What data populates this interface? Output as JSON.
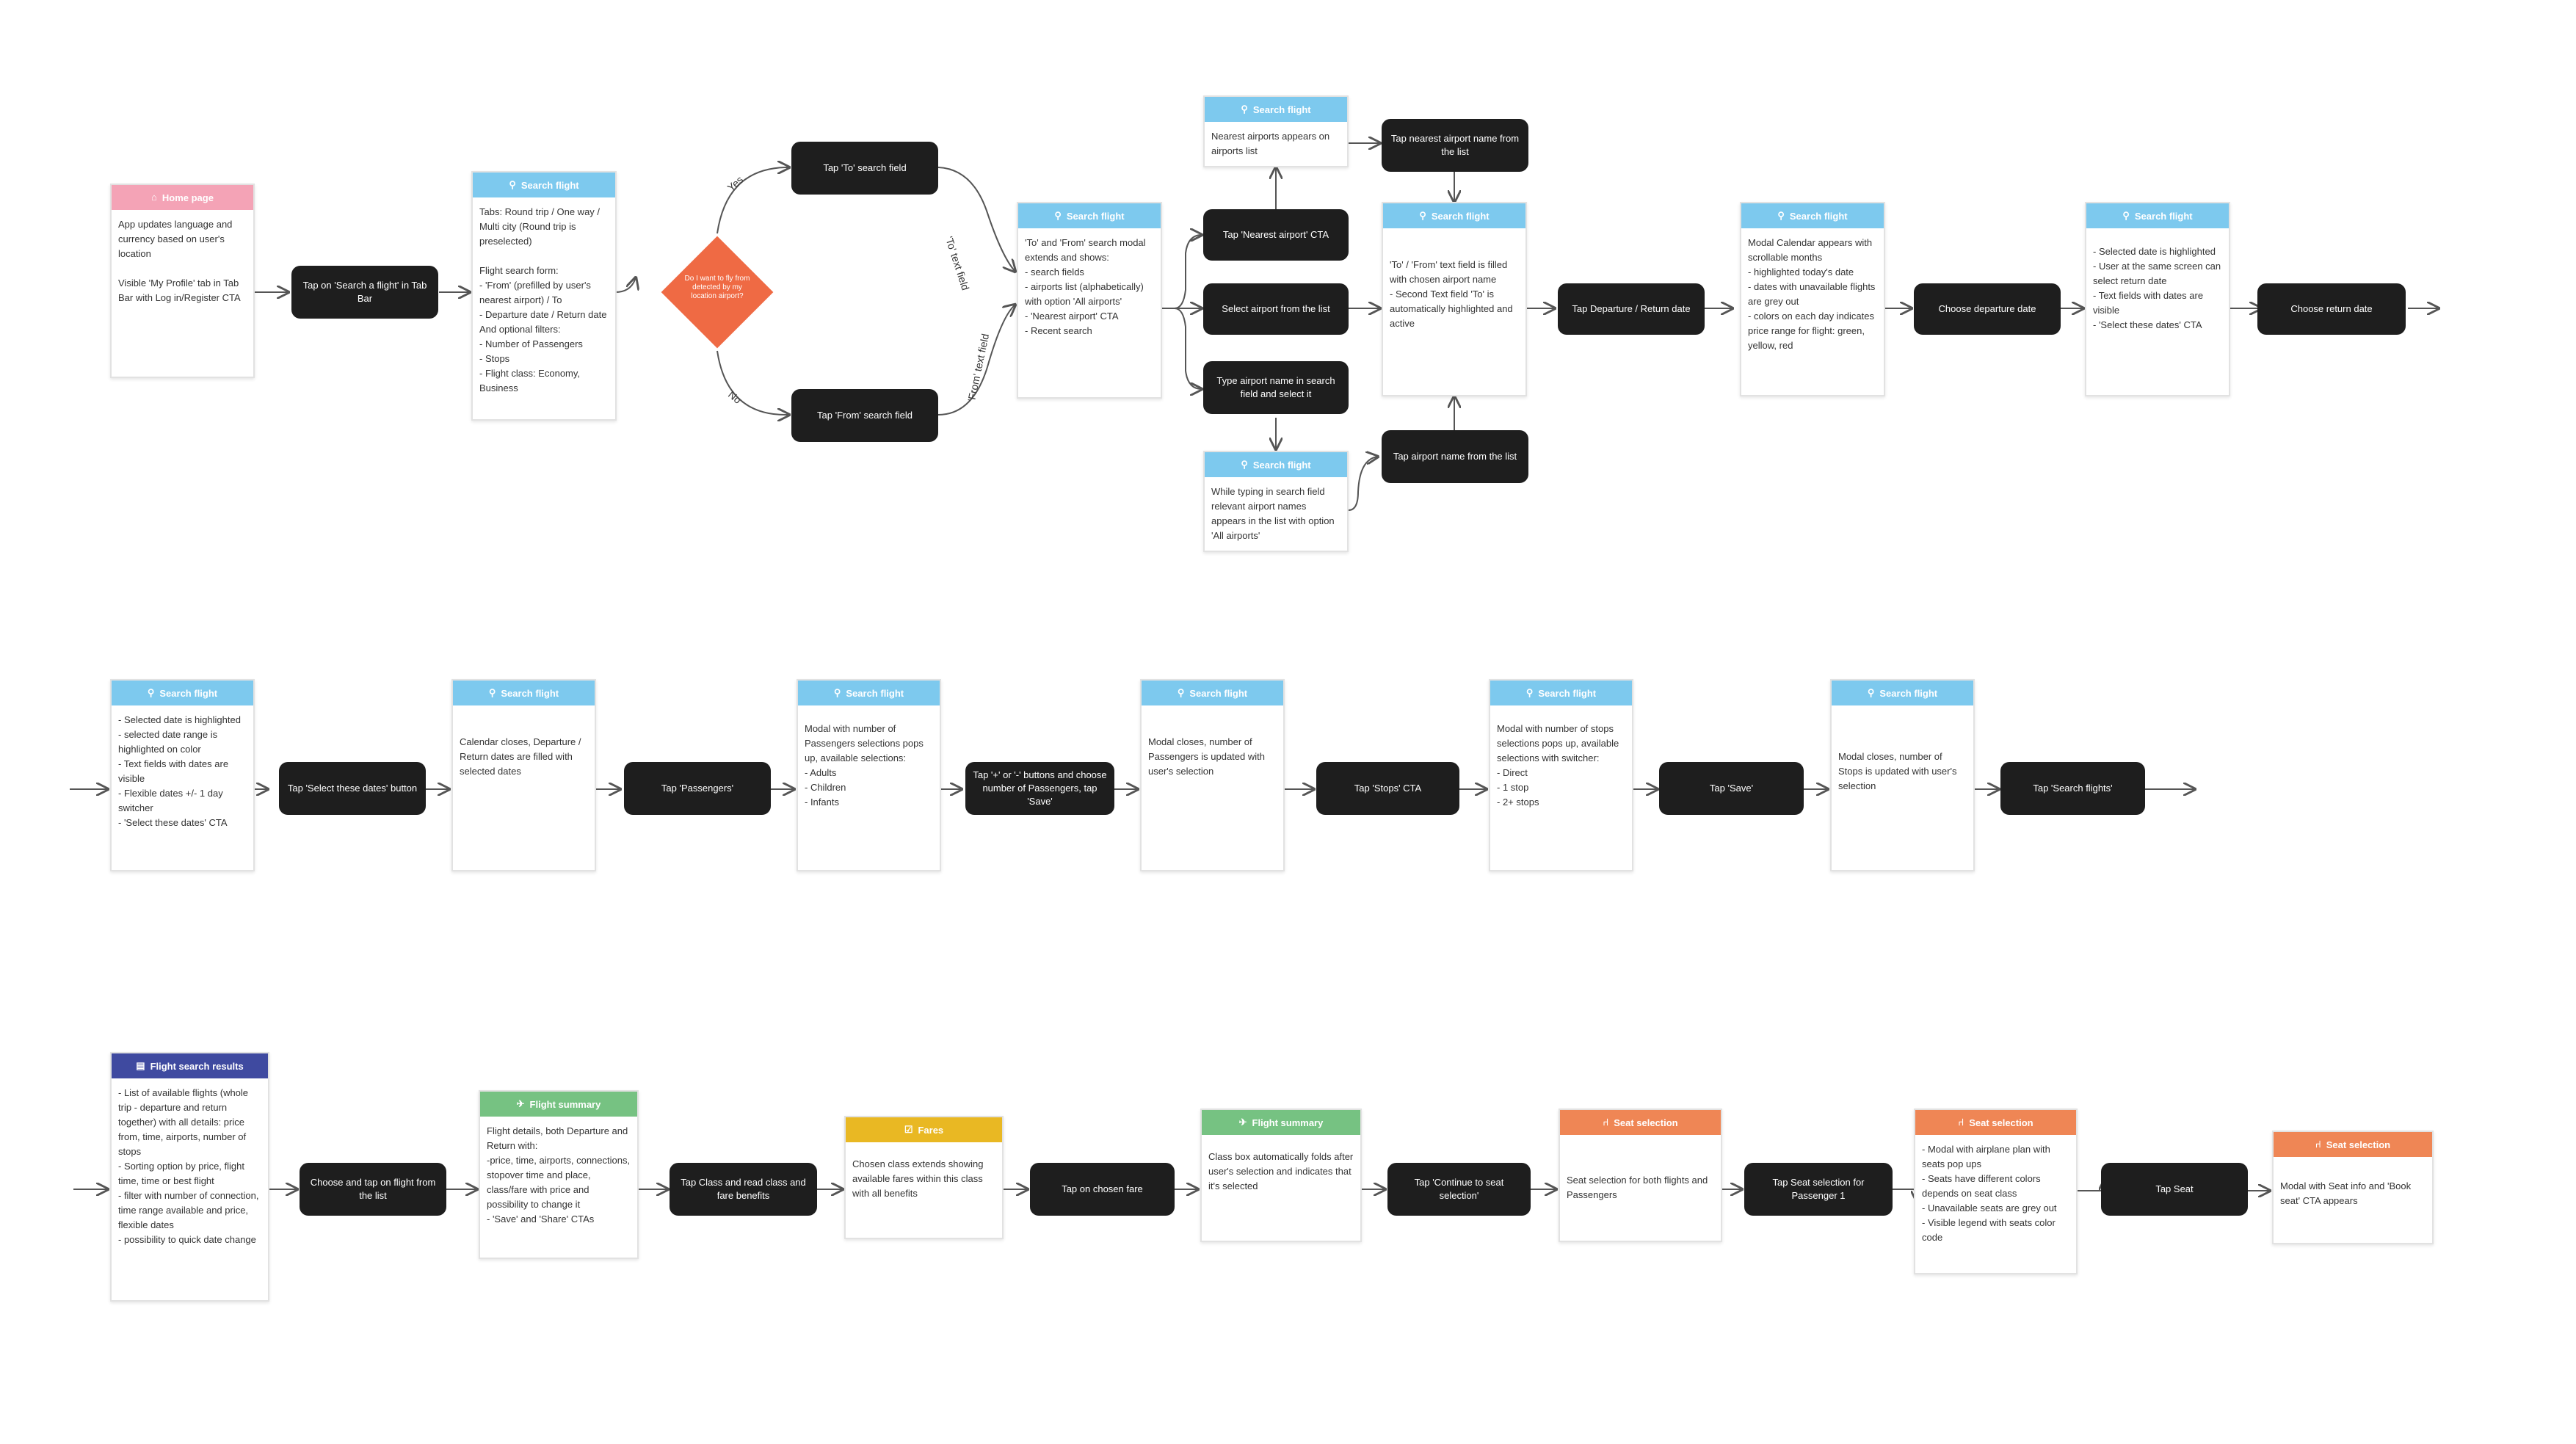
{
  "colors": {
    "blue": "#7dc9ee",
    "pink": "#f4a3b6",
    "navy": "#3f4aa0",
    "green": "#76c282",
    "yellow": "#e9b823",
    "orange": "#ef8655",
    "diamond": "#ef6a44",
    "action": "#1e1e1e"
  },
  "icons": {
    "home": "house-icon",
    "search": "magnifier-icon",
    "results": "clipboard-icon",
    "summary": "airplane-icon",
    "fares": "checkbox-icon",
    "seat": "seat-icon"
  },
  "row1": {
    "home": {
      "header": "Home page",
      "body": "App updates language and currency based on user's location\n\nVisible 'My Profile' tab in Tab Bar with Log in/Register CTA"
    },
    "tap_search": "Tap on 'Search a flight' in Tab Bar",
    "form": {
      "header": "Search flight",
      "body": "Tabs: Round trip / One way / Multi city (Round trip is preselected)\n\nFlight search form:\n- 'From' (prefilled by user's nearest airport) / To\n- Departure date / Return date\nAnd optional filters:\n- Number of Passengers\n- Stops\n- Flight class: Economy, Business"
    },
    "decision": "Do I want to fly from detected by my location airport?",
    "yes": "Yes",
    "no": "No",
    "tap_to": "Tap 'To' search field",
    "tap_from": "Tap 'From' search field",
    "to_label": "'To' text field",
    "from_label": "'From' text field",
    "modal": {
      "header": "Search flight",
      "body": "'To' and 'From' search modal extends and shows:\n- search fields\n- airports list (alphabetically) with option 'All airports'\n- 'Nearest airport' CTA\n- Recent search"
    },
    "nearest_card": {
      "header": "Search flight",
      "body": "Nearest airports appears on airports list"
    },
    "tap_nearest_name": "Tap nearest airport name from the list",
    "tap_nearest_cta": "Tap 'Nearest airport' CTA",
    "select_airport": "Select airport from the list",
    "type_airport": "Type airport name in search field and select it",
    "typing_card": {
      "header": "Search flight",
      "body": "While typing in search field relevant airport names appears in the list with option 'All airports'"
    },
    "tap_airport_name": "Tap airport name from the list",
    "filled": {
      "header": "Search flight",
      "body": "'To' / 'From' text field is filled with chosen airport name\n- Second Text field 'To' is automatically highlighted and active"
    },
    "tap_dates": "Tap Departure / Return date",
    "calendar": {
      "header": "Search flight",
      "body": "Modal Calendar appears with scrollable months\n- highlighted today's date\n- dates with unavailable flights are grey out\n- colors on each day indicates price range for flight: green, yellow, red"
    },
    "choose_departure": "Choose departure date",
    "selected": {
      "header": "Search flight",
      "body": "- Selected date is highlighted\n- User at the same screen can select return date\n- Text fields with dates are visible\n- 'Select these dates' CTA"
    },
    "choose_return": "Choose return date"
  },
  "row2": {
    "range": {
      "header": "Search flight",
      "body": "- Selected date is highlighted\n- selected date range is highlighted on color\n- Text fields with dates are visible\n- Flexible dates +/- 1 day switcher\n- 'Select these dates' CTA"
    },
    "tap_select_dates": "Tap 'Select these dates' button",
    "closes": {
      "header": "Search flight",
      "body": "Calendar closes, Departure / Return dates are filled with selected dates"
    },
    "tap_passengers": "Tap 'Passengers'",
    "pax_modal": {
      "header": "Search flight",
      "body": "Modal with number of Passengers selections pops up, available selections:\n- Adults\n- Children\n- Infants"
    },
    "tap_plus": "Tap '+' or '-' buttons and choose number of Passengers, tap 'Save'",
    "pax_closes": {
      "header": "Search flight",
      "body": "Modal closes, number of Passengers is updated with user's selection"
    },
    "tap_stops": "Tap 'Stops' CTA",
    "stops_modal": {
      "header": "Search flight",
      "body": "Modal with number of stops selections pops up, available selections with switcher:\n- Direct\n- 1 stop\n- 2+ stops"
    },
    "tap_save": "Tap 'Save'",
    "stops_closes": {
      "header": "Search flight",
      "body": "Modal closes, number of Stops is updated with user's selection"
    },
    "tap_search_flights": "Tap 'Search flights'"
  },
  "row3": {
    "results": {
      "header": "Flight search results",
      "body": "- List of available flights (whole trip - departure and return together) with all details: price from, time, airports, number of stops\n- Sorting option by price, flight time, time or best flight\n- filter with number of connection, time range available and price, flexible dates\n- possibility to quick date change"
    },
    "choose_flight": "Choose and tap on flight from the list",
    "summary": {
      "header": "Flight summary",
      "body": "Flight details, both Departure and Return with:\n-price, time, airports, connections, stopover time and place, class/fare with price and possibility to change it\n- 'Save' and 'Share' CTAs"
    },
    "tap_class": "Tap Class and read class and fare benefits",
    "fares": {
      "header": "Fares",
      "body": "Chosen class extends showing available fares within this class with all benefits"
    },
    "tap_fare": "Tap on chosen fare",
    "summary2": {
      "header": "Flight summary",
      "body": "Class box automatically folds after user's selection and indicates that it's selected"
    },
    "tap_continue": "Tap 'Continue to seat selection'",
    "seat1": {
      "header": "Seat selection",
      "body": "Seat selection for both flights and Passengers"
    },
    "tap_seat_sel": "Tap Seat selection for Passenger 1",
    "seat2": {
      "header": "Seat selection",
      "body": "- Modal with airplane plan with seats pop ups\n- Seats have different colors depends on seat class\n- Unavailable seats are grey out\n- Visible legend with seats color code"
    },
    "tap_seat": "Tap Seat",
    "seat3": {
      "header": "Seat selection",
      "body": "Modal with Seat info and 'Book seat' CTA appears"
    }
  }
}
